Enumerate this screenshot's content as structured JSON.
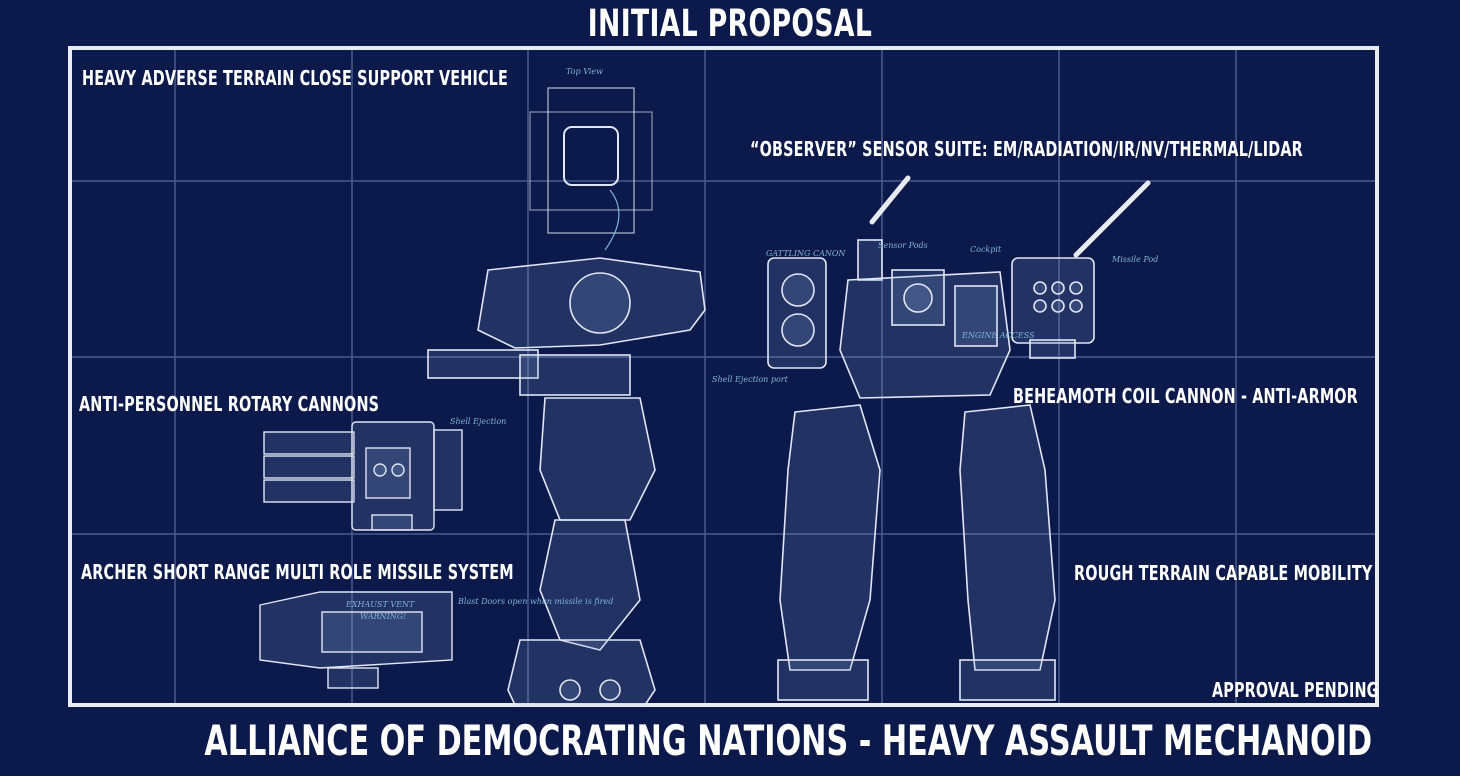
{
  "header": {
    "title": "INITIAL PROPOSAL"
  },
  "labels": {
    "top_left": "HEAVY ADVERSE TERRAIN CLOSE SUPPORT VEHICLE",
    "sensor_suite": "“OBSERVER” SENSOR SUITE: EM/RADIATION/IR/NV/THERMAL/LIDAR",
    "rotary_cannons": "ANTI-PERSONNEL ROTARY CANNONS",
    "coil_cannon": "BEHEAMOTH COIL CANNON - ANTI-ARMOR",
    "missile_system": "ARCHER SHORT RANGE MULTI ROLE MISSILE SYSTEM",
    "mobility": "ROUGH TERRAIN CAPABLE MOBILITY",
    "status": "APPROVAL PENDING"
  },
  "sketch_notes": {
    "top_view": "Top View",
    "gatling": "GATTLING CANON",
    "sensor_pods": "Sensor Pods",
    "cockpit": "Cockpit",
    "missile_pod": "Missile Pod",
    "shell_ejection": "Shell Ejection",
    "shell_ejection_port": "Shell Ejection port",
    "engine": "ENGINE ACCESS",
    "exhaust": "EXHAUST VENT",
    "warning": "WARNING!",
    "blast_doors": "Blast Doors open when missile is fired"
  },
  "footer": {
    "title": "ALLIANCE OF DEMOCRATING NATIONS  - HEAVY ASSAULT MECHANOID"
  },
  "colors": {
    "background": "#0b1a4a",
    "grid": "#5a6aa0",
    "line": "#e8ebf2",
    "note": "#7fb3d8"
  }
}
